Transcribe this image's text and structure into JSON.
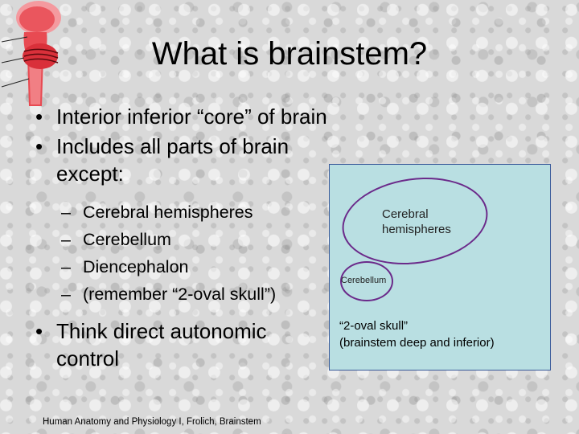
{
  "slide": {
    "title": "What is brainstem?",
    "bullets": {
      "b1": "Interior inferior “core” of brain",
      "b2": "Includes all parts of brain except:",
      "sub": [
        "Cerebral hemispheres",
        "Cerebellum",
        "Diencephalon",
        "(remember “2-oval skull”)"
      ],
      "b3": "Think direct autonomic control"
    },
    "footer": "Human Anatomy and Physiology I, Frolich, Brainstem"
  },
  "diagram": {
    "cerebral_label": "Cerebral hemispheres",
    "cerebellum_label": "Cerebellum",
    "skull_label_line1": "“2-oval skull”",
    "skull_label_line2": "(brainstem deep and inferior)",
    "colors": {
      "background": "#b9dfe2",
      "oval_outline": "#6b2a8a",
      "border": "#3a5a9a"
    }
  },
  "logo": {
    "icon": "brainstem-icon",
    "colors": {
      "fill": "#e84a52",
      "highlight": "#f7a3a7"
    }
  }
}
